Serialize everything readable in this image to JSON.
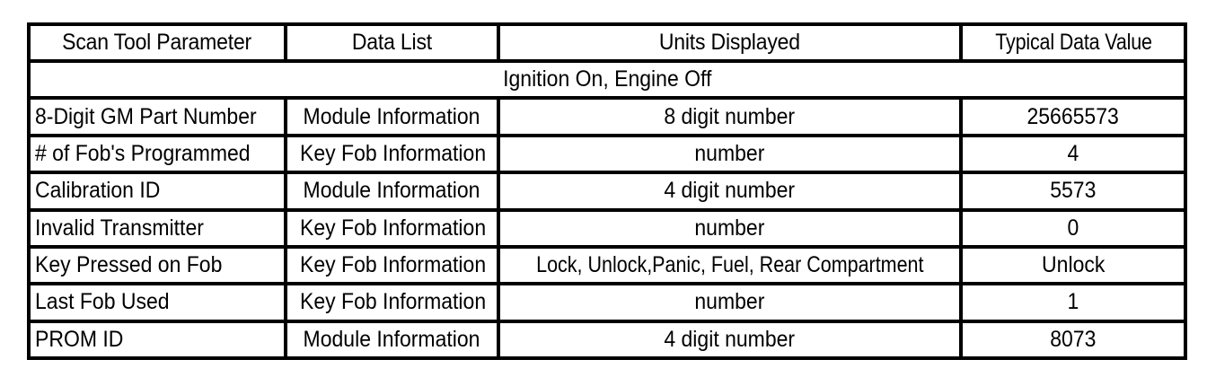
{
  "table": {
    "headers": [
      "Scan Tool Parameter",
      "Data List",
      "Units Displayed",
      "Typical Data Value"
    ],
    "section_row": "Ignition On, Engine Off",
    "rows": [
      {
        "parameter": "8-Digit GM Part Number",
        "data_list": "Module Information",
        "units": "8 digit number",
        "value": "25665573"
      },
      {
        "parameter": "# of Fob's Programmed",
        "data_list": "Key Fob Information",
        "units": "number",
        "value": "4"
      },
      {
        "parameter": "Calibration ID",
        "data_list": "Module Information",
        "units": "4 digit number",
        "value": "5573"
      },
      {
        "parameter": "Invalid Transmitter",
        "data_list": "Key Fob Information",
        "units": "number",
        "value": "0"
      },
      {
        "parameter": "Key Pressed on Fob",
        "data_list": "Key Fob Information",
        "units": "Lock, Unlock,Panic, Fuel, Rear Compartment",
        "value": "Unlock"
      },
      {
        "parameter": "Last Fob Used",
        "data_list": "Key Fob Information",
        "units": "number",
        "value": "1"
      },
      {
        "parameter": "PROM ID",
        "data_list": "Module Information",
        "units": "4 digit number",
        "value": "8073"
      }
    ]
  },
  "colors": {
    "border": "#000000",
    "text": "#000000",
    "background": "#ffffff"
  }
}
